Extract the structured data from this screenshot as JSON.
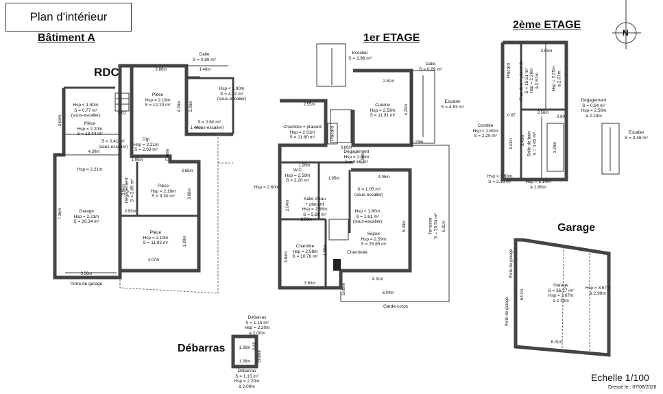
{
  "header": {
    "title": "Plan d'intérieur"
  },
  "sections": {
    "batiment": "Bâtiment A",
    "rdc": "RDC",
    "etage1": "1er ETAGE",
    "etage2": "2ème ETAGE",
    "garage": "Garage",
    "debarras": "Débarras"
  },
  "compass": {
    "north": "N"
  },
  "rdc": {
    "dalle": [
      "Dalle",
      "S = 0.89 m²"
    ],
    "piece_top": [
      "Pièce",
      "Hsp = 2.19m",
      "S = 12.20 m²"
    ],
    "hsp_right": [
      "Hsp < 1.80m",
      "S = 4.02 m²",
      "(sous-escalier)"
    ],
    "s060": [
      "S = 0.60 m²",
      "(sous-escalier)"
    ],
    "hsp_left": [
      "Hsp < 1.80m",
      "S = 0.77 m²",
      "(sous-escalier)"
    ],
    "piece_left": [
      "Pièce",
      "Hsp = 2.20m",
      "S = 13.44 m²"
    ],
    "s041": [
      "S = 0.41 m²",
      "(sous-escalier)"
    ],
    "dgt": [
      "Dgt",
      "Hsp = 2.21m",
      "S = 2.93 m²"
    ],
    "garage": [
      "Garage",
      "Hsp = 2.21m",
      "S = 26.34 m²"
    ],
    "piece_mid": [
      "Pièce",
      "Hsp = 2.18m",
      "S = 9.30 m²"
    ],
    "piece_bot": [
      "Pièce",
      "Hsp = 2.19m",
      "S = 11.82 m²"
    ],
    "hsp221": "Hsp = 2.21m",
    "porte": "Porte de garage",
    "dims": {
      "d1": "2.86m",
      "d2": "1.48m",
      "d3": "4.26m",
      "d4": "3.26m",
      "d5": "1.44m",
      "d6": "4.30m",
      "d7": "0.91",
      "d8": "1.95m",
      "d9": "3.56m",
      "d10": "4.07m",
      "d11": "7.36m",
      "d12": "3.06m",
      "d13": "3.96m",
      "d14": "3.65m",
      "d15": "1.99m",
      "d16": "3.63m",
      "d17": "0.93m"
    },
    "degagement": [
      "Dégagement",
      "S = 2.85 m²"
    ],
    "entree": "Entrée"
  },
  "etage1": {
    "escalier_top": [
      "Escalier",
      "S = 2.96 m²"
    ],
    "dalle": [
      "Dalle",
      "S = 0.89 m²"
    ],
    "cuisine": [
      "Cuisine",
      "Hsp = 2.59m",
      "S = 11.91 m²"
    ],
    "escalier_r": [
      "Escalier",
      "S = 4.83 m²"
    ],
    "chambre_placard": [
      "Chambre + placard",
      "Hsp = 2.61m",
      "S = 11.60 m²"
    ],
    "placard": "Placard",
    "degagement": [
      "Dégagement",
      "Hsp = 2.59m",
      "S = 6.56 m²"
    ],
    "wc": [
      "W.C",
      "Hsp = 2.59m",
      "S = 2.20 m²"
    ],
    "s105": [
      "S = 1.05 m²",
      "(sous-escalier)"
    ],
    "sdb": [
      "Salle d'eau",
      "+ placard",
      "Hsp = 2.58m",
      "S = 5.86 m²"
    ],
    "hsp180": [
      "Hsp < 1.80m",
      "S = 1.61 m²",
      "(sous-escalier)"
    ],
    "hsp260": "Hsp = 2.60m",
    "sejour": [
      "Séjour",
      "Hsp = 2.59m",
      "S = 25.85 m²"
    ],
    "chambre": [
      "Chambre",
      "Hsp = 2.58m",
      "S = 10.76 m²"
    ],
    "cheminee": "Cheminée",
    "terrasse": [
      "Terrasse",
      "S = 25.54 m²"
    ],
    "garde_corps": "Garde-corps",
    "entree": "Entrée",
    "dims": {
      "a": "2.51m",
      "b": "2.55m",
      "c": "1.23m",
      "d": "3.60m",
      "e": "4.05m",
      "f": "3.84m",
      "g": "4.31m",
      "h": "6.04m",
      "i": "6.04m",
      "j": "1.95m",
      "k": "6.31m",
      "l": "3.60m",
      "m": "4.29m",
      "n": "2.04m",
      "o": "1.99m",
      "p": "1.95m",
      "q": "2.56m",
      "r": "1.95m"
    }
  },
  "etage2": {
    "placard": "Placard",
    "chambre_placards": [
      "Chambre + placards",
      "S = 15.51 m²",
      "Hsp = 2.26m",
      "à 2.57m"
    ],
    "hsp225": [
      "Hsp = 2.25m",
      "à 2.67m"
    ],
    "degagement": [
      "Dégagement",
      "S = 0.94 m²",
      "Hsp = 2.56m",
      "à 2.24m"
    ],
    "comble": [
      "Comble",
      "Hsp < 1.80m",
      "S = 2.29 m²"
    ],
    "sdb": [
      "Salle de bain",
      "S = 4.05 m²"
    ],
    "hsp_bl": [
      "Hsp < 1.80m",
      "S = 2.15 m²"
    ],
    "hsp_br": [
      "Hsp = 2.14m",
      "à 1.80m"
    ],
    "escalier": [
      "Escalier",
      "S = 3.46 m²"
    ],
    "dims": {
      "a": "3.55m",
      "b": "3.56m",
      "c": "0.67",
      "d": "0.80",
      "e": "3.43m",
      "f": "3.43m",
      "g": "3.26m"
    }
  },
  "garage_b": {
    "label": [
      "Garage",
      "S = 36.27 m²",
      "Hsp = 3.67m",
      "à 2.30m"
    ],
    "hsp": [
      "Hsp = 3.67m",
      "à 2.96m"
    ],
    "porte1": "Porte de garage",
    "porte2": "Porte de garage",
    "dims": {
      "a": "6.07m",
      "b": "6.01m"
    }
  },
  "debarras": {
    "top": [
      "Débarras",
      "S = 1.15 m²",
      "Hsp = 2.20m",
      "à 2.00m"
    ],
    "bot": [
      "Débarras",
      "S = 1.15 m²",
      "Hsp = 2.20m",
      "à 2.00m"
    ],
    "entree": "Entrée",
    "dims": {
      "a": "1.36m",
      "b": "1.36m",
      "c": "0.85"
    }
  },
  "footer": {
    "scale": "Echelle 1/100",
    "date": "Dressé le : 07/08/2026"
  }
}
